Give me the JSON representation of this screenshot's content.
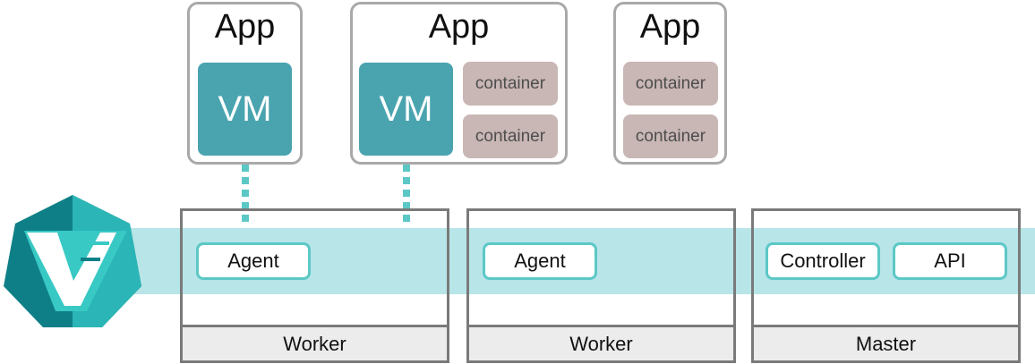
{
  "apps": [
    {
      "title": "App",
      "vm_label": "VM",
      "containers": []
    },
    {
      "title": "App",
      "vm_label": "VM",
      "containers": [
        "container",
        "container"
      ]
    },
    {
      "title": "App",
      "vm_label": null,
      "containers": [
        "container",
        "container"
      ]
    }
  ],
  "nodes": [
    {
      "label": "Worker",
      "components": [
        "Agent"
      ]
    },
    {
      "label": "Worker",
      "components": [
        "Agent"
      ]
    },
    {
      "label": "Master",
      "components": [
        "Controller",
        "API"
      ]
    }
  ],
  "colors": {
    "vm": "#4aa4af",
    "container": "#c9b7b5",
    "band": "#b7e5e8",
    "accent": "#5cc8c6",
    "node_border": "#7a7a7a"
  },
  "logo": {
    "icon": "kubevirt-logo-icon"
  }
}
